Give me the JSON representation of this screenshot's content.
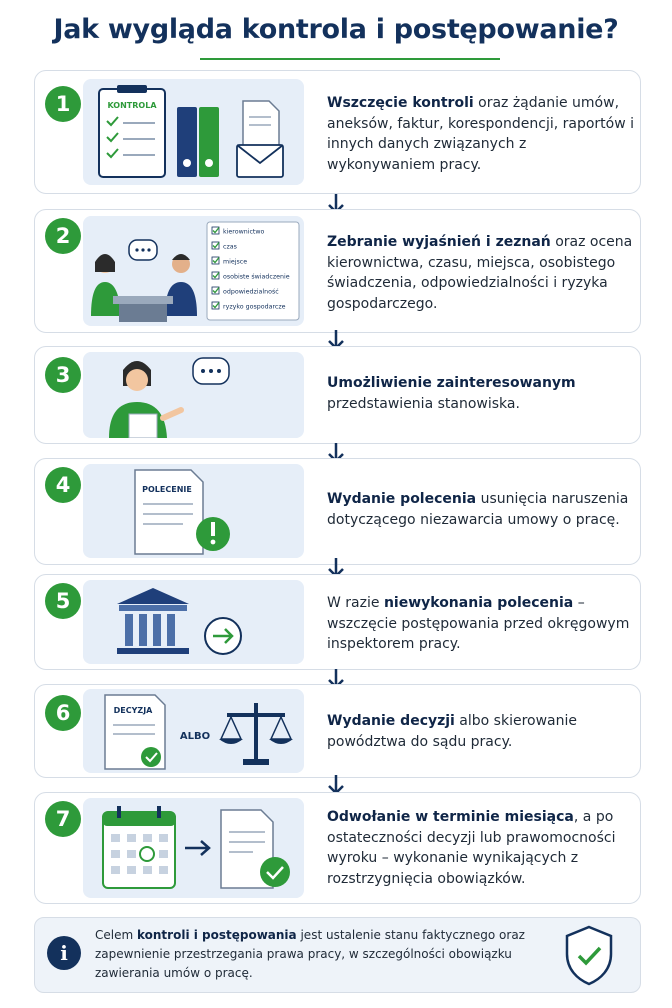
{
  "title": "Jak wygląda kontrola i postępowanie?",
  "steps": [
    {
      "number": "1",
      "bold": "Wszczęcie kontroli",
      "rest": " oraz żądanie umów, aneksów, faktur, korespondencji, raportów i innych danych związanych z wykonywaniem pracy.",
      "panel_label": "KONTROLA"
    },
    {
      "number": "2",
      "bold": "Zebranie wyjaśnień i zeznań",
      "rest": " oraz ocena kierownictwa, czasu, miejsca, osobistego świadczenia, odpowiedzialności i ryzyka gospodarczego.",
      "checklist": [
        "kierownictwo",
        "czas",
        "miejsce",
        "osobiste świadczenie",
        "odpowiedzialność",
        "ryzyko gospodarcze"
      ]
    },
    {
      "number": "3",
      "bold": "Umożliwienie zainteresowanym",
      "rest": " przedstawienia stanowiska."
    },
    {
      "number": "4",
      "bold": "Wydanie polecenia",
      "rest": " usunięcia naruszenia dotyczącego niezawarcia umowy o pracę.",
      "panel_label": "POLECENIE"
    },
    {
      "number": "5",
      "pre": "W razie ",
      "bold": "niewykonania polecenia",
      "rest": " – wszczęcie postępowania przed okręgowym inspektorem pracy."
    },
    {
      "number": "6",
      "bold": "Wydanie decyzji",
      "rest": " albo skierowanie powództwa do sądu pracy.",
      "panel_label": "DECYZJA",
      "panel_mid": "ALBO"
    },
    {
      "number": "7",
      "bold": "Odwołanie w terminie miesiąca",
      "rest": ", a po ostateczności decyzji lub prawomocności wyroku – wykonanie wynikających z rozstrzygnięcia obowiązków."
    }
  ],
  "info": {
    "pre": "Celem ",
    "bold": "kontroli i postępowania",
    "rest": " jest ustalenie stanu faktycznego oraz zapewnienie przestrzegania prawa pracy, w szczególności obowiązku zawierania umów o pracę."
  },
  "colors": {
    "green": "#2e9a3a",
    "navy": "#13315c",
    "panel": "#e6eef8"
  }
}
